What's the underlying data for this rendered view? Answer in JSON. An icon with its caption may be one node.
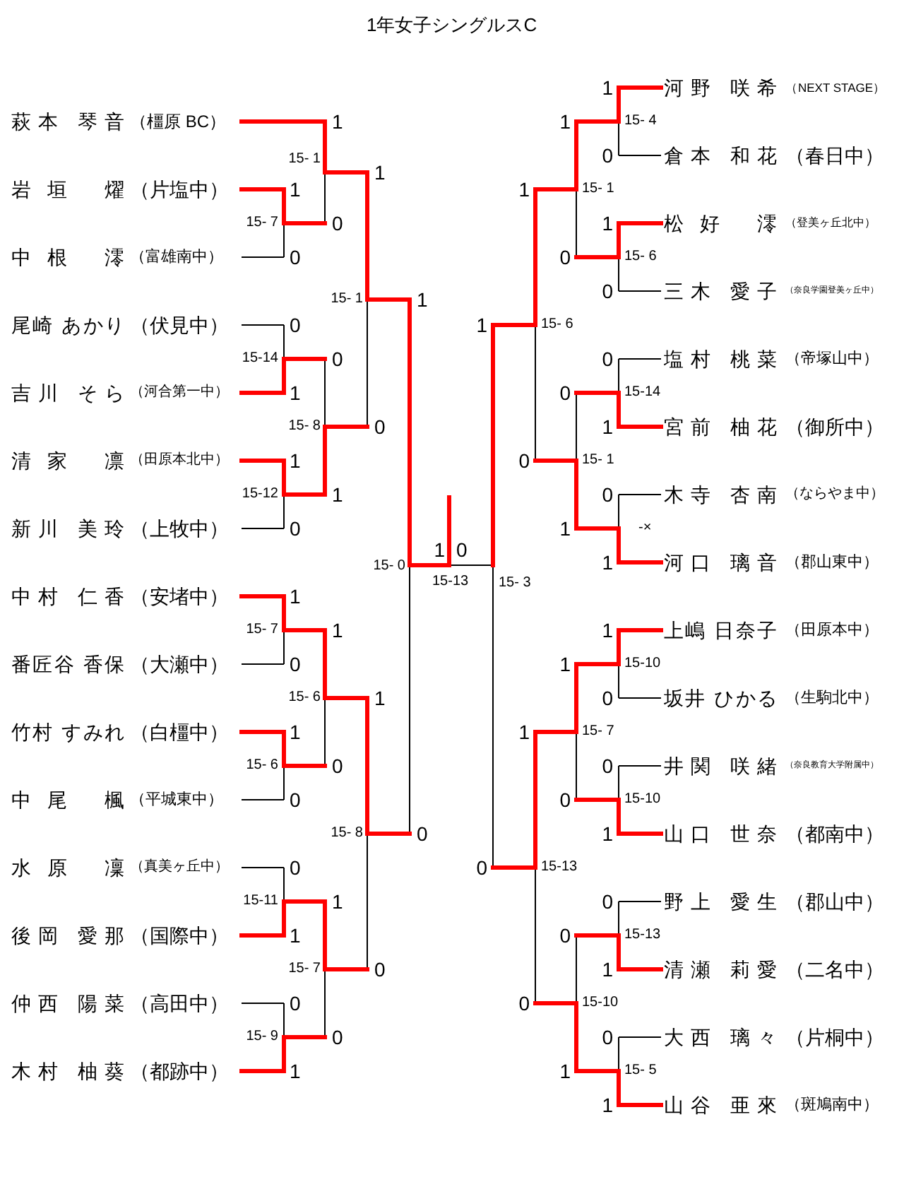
{
  "diagram": {
    "title": "1年女子シングルスC",
    "nodes": [
      {
        "text": [
          "萩本 琴音",
          "（橿原 BC）"
        ]
      },
      {
        "text": [
          "岩垣 燿",
          "（片塩中）"
        ]
      },
      {
        "text": [
          "中根 澪",
          "（富雄南中）"
        ]
      },
      {
        "text": [
          "尾崎 あかり",
          "（伏見中）"
        ]
      },
      {
        "text": [
          "吉川 そら",
          "（河合第一中）"
        ]
      },
      {
        "text": [
          "清家 凛",
          "（田原本北中）"
        ]
      },
      {
        "text": [
          "新川 美玲",
          "（上牧中）"
        ]
      },
      {
        "text": [
          "中村 仁香",
          "（安堵中）"
        ]
      },
      {
        "text": [
          "番匠谷 香保",
          "（大瀬中）"
        ]
      },
      {
        "text": [
          "竹村 すみれ",
          "（白橿中）"
        ]
      },
      {
        "text": [
          "中尾 楓",
          "（平城東中）"
        ]
      },
      {
        "text": [
          "水原 凜",
          "（真美ヶ丘中）"
        ]
      },
      {
        "text": [
          "後岡 愛那",
          "（国際中）"
        ]
      },
      {
        "text": [
          "仲西 陽菜",
          "（高田中）"
        ]
      },
      {
        "text": [
          "木村 柚葵",
          "（都跡中）"
        ]
      },
      {
        "text": [
          "河野 咲希",
          "（NEXT STAGE）"
        ]
      },
      {
        "text": [
          "倉本 和花",
          "（春日中）"
        ]
      },
      {
        "text": [
          "松好 澪",
          "（登美ヶ丘北中）"
        ]
      },
      {
        "text": [
          "三木 愛子",
          "（奈良学園登美ヶ丘中）"
        ]
      },
      {
        "text": [
          "塩村 桃菜",
          "（帝塚山中）"
        ]
      },
      {
        "text": [
          "宮前 柚花",
          "（御所中）"
        ]
      },
      {
        "text": [
          "木寺 杏南",
          "（ならやま中）"
        ]
      },
      {
        "text": [
          "河口 璃音",
          "（郡山東中）"
        ]
      },
      {
        "text": [
          "上嶋 日奈子",
          "（田原本中）"
        ]
      },
      {
        "text": [
          "坂井 ひかる",
          "（生駒北中）"
        ]
      },
      {
        "text": [
          "井関 咲緒",
          "（奈良教育大学附属中）"
        ]
      },
      {
        "text": [
          "山口 世奈",
          "（都南中）"
        ]
      },
      {
        "text": [
          "野上 愛生",
          "（郡山中）"
        ]
      },
      {
        "text": [
          "清瀬 莉愛",
          "（二名中）"
        ]
      },
      {
        "text": [
          "大西 璃々",
          "（片桐中）"
        ]
      },
      {
        "text": [
          "山谷 亜來",
          "（斑鳩南中）"
        ]
      }
    ],
    "labels": [
      "1",
      "1",
      "1",
      "15- 4",
      "15- 1",
      "0",
      "1",
      "1",
      "1",
      "15- 1",
      "15- 7",
      "0",
      "1",
      "0",
      "0",
      "15- 6",
      "0",
      "15- 1",
      "1",
      "0",
      "1",
      "15- 6",
      "15-14",
      "0",
      "0",
      "1",
      "0",
      "15-14",
      "15- 8",
      "0",
      "1",
      "1",
      "0",
      "15- 1",
      "15-12",
      "1",
      "0",
      "0",
      "1",
      "-×",
      "15- 0",
      "1",
      "0",
      "15-13",
      "15- 3",
      "1",
      "1",
      "15- 7",
      "1",
      "1",
      "0",
      "1",
      "15-10",
      "15- 6",
      "1",
      "0",
      "1",
      "1",
      "15- 7",
      "15- 6",
      "0",
      "0",
      "0",
      "0",
      "15-10",
      "15- 8",
      "0",
      "1",
      "0",
      "0",
      "15-13",
      "15-11",
      "1",
      "0",
      "1",
      "0",
      "15-13",
      "15- 7",
      "0",
      "1",
      "0",
      "0",
      "15-10",
      "15- 9",
      "0",
      "0",
      "1",
      "1",
      "15- 5",
      "1"
    ]
  }
}
